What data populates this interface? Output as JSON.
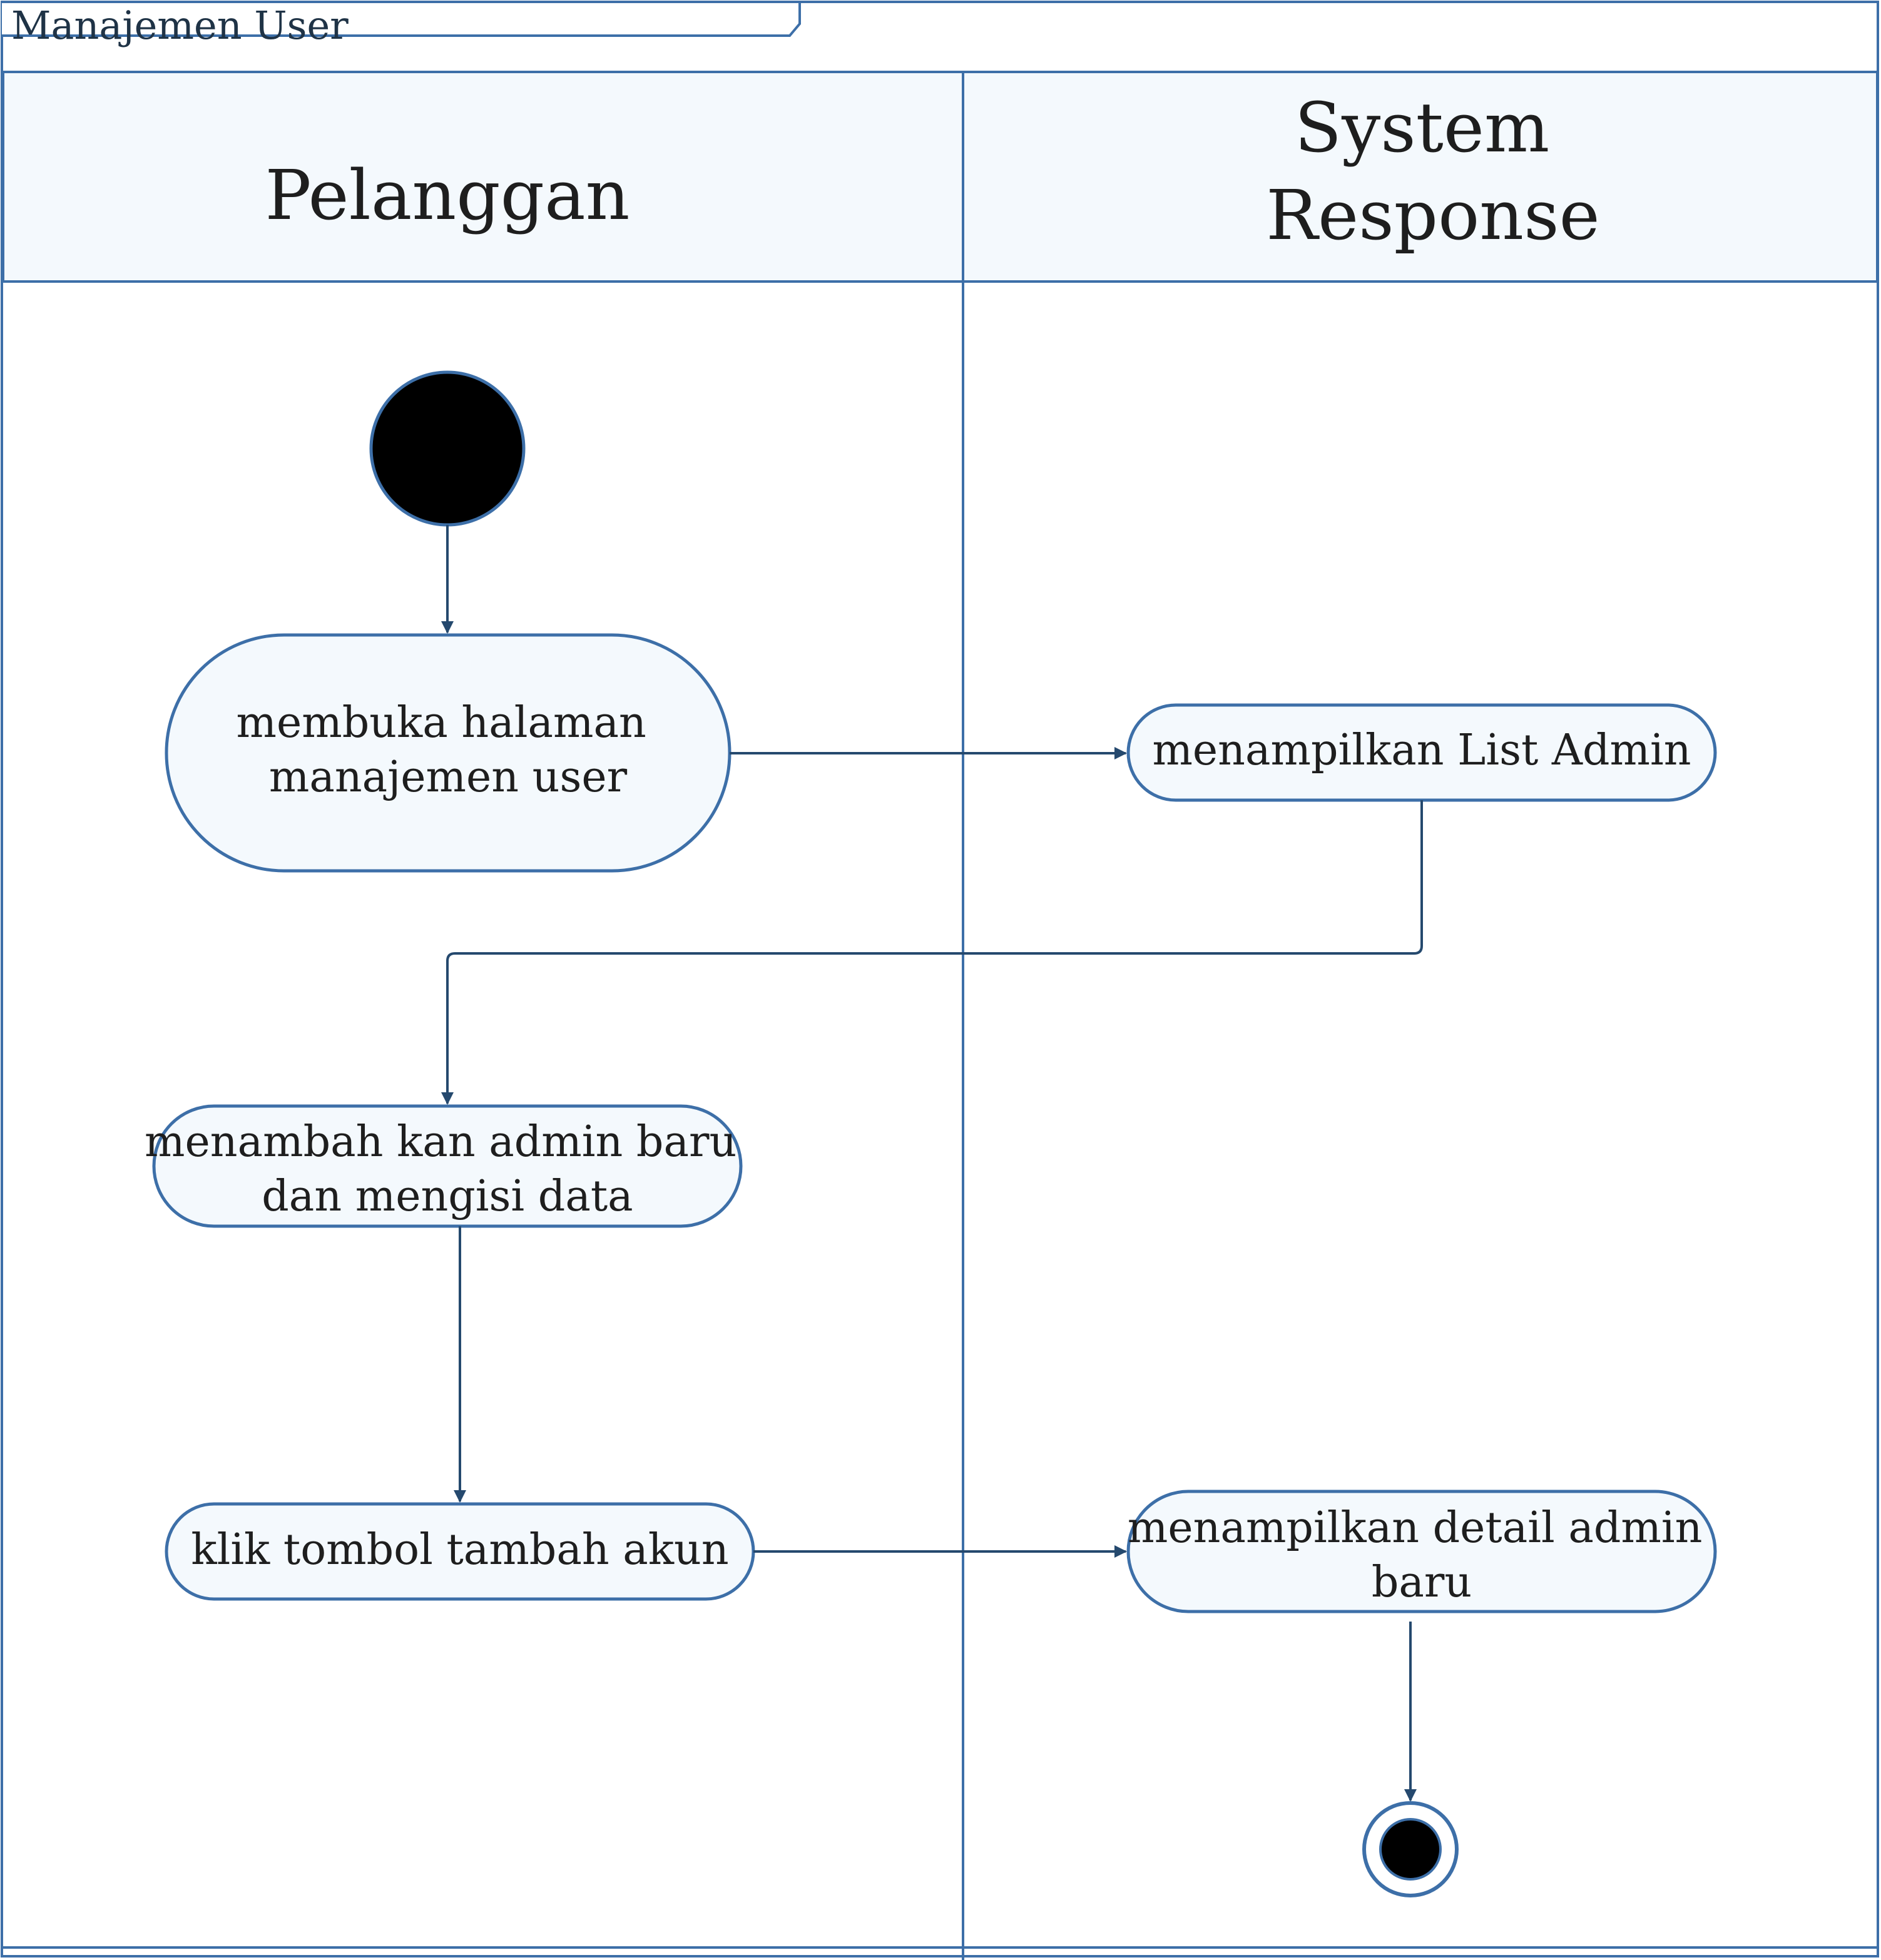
{
  "frame": {
    "title": "Manajemen User"
  },
  "lanes": [
    {
      "name_lines": [
        "Pelanggan"
      ]
    },
    {
      "name_lines": [
        "System",
        "Response"
      ]
    }
  ],
  "nodes": {
    "open_page": {
      "lines": [
        "membuka halaman",
        "manajemen  user"
      ]
    },
    "show_admin_list": {
      "lines": [
        "menampilkan List Admin"
      ]
    },
    "add_admin": {
      "lines": [
        "menambah kan admin baru",
        "dan mengisi data"
      ]
    },
    "click_add_account": {
      "lines": [
        "klik tombol tambah akun"
      ]
    },
    "show_admin_detail": {
      "lines": [
        "menampilkan detail admin",
        "baru"
      ]
    }
  },
  "colors": {
    "stroke": "#3d6fa8",
    "header_fill": "#f4f9fd",
    "node_fill": "#f4f9fd",
    "arrow": "#25496e",
    "start_fill": "#000000"
  }
}
